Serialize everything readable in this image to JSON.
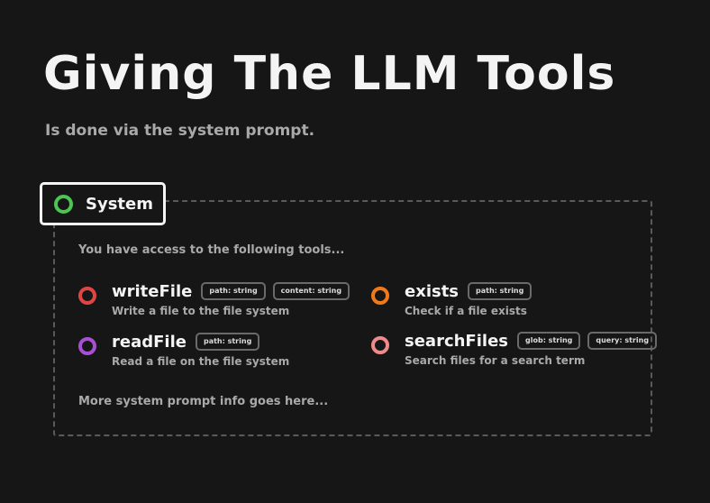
{
  "title": "Giving The LLM Tools",
  "subtitle": "Is done via the system prompt.",
  "system": {
    "label": "System",
    "ring_color": "#4cc552"
  },
  "intro": "You have access to the following tools...",
  "outro": "More system prompt info goes here...",
  "tools": [
    {
      "name": "writeFile",
      "params": [
        "path: string",
        "content: string"
      ],
      "description": "Write a file to the file system",
      "ring_color": "#e04545"
    },
    {
      "name": "exists",
      "params": [
        "path: string"
      ],
      "description": "Check if a file exists",
      "ring_color": "#f07a1a"
    },
    {
      "name": "readFile",
      "params": [
        "path: string"
      ],
      "description": "Read a file on the file system",
      "ring_color": "#a84fd6"
    },
    {
      "name": "searchFiles",
      "params": [
        "glob: string",
        "query: string"
      ],
      "description": "Search files for a search term",
      "ring_color": "#f08a8a"
    }
  ]
}
